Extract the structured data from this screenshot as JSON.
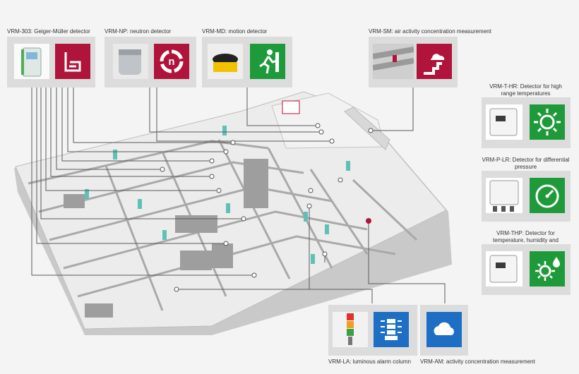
{
  "detectors": {
    "vrm303": {
      "label": "VRM-303: Geiger-Müller detector",
      "icon": "detector-housing-icon",
      "color": "#b0143a"
    },
    "vrmnp": {
      "label": "VRM-NP: neutron detector",
      "icon": "neutron-n-icon",
      "color": "#b0143a"
    },
    "vrmmd": {
      "label": "VRM-MD: motion detector",
      "icon": "running-man-exit-icon",
      "color": "#1f9a3a"
    },
    "vrmsm": {
      "label": "VRM-SM: air activity concentration measurement",
      "icon": "cloud-stairs-icon",
      "color": "#b0143a"
    },
    "vrmthr": {
      "label": "VRM-T-HR: Detector for high range temperatures",
      "icon": "sun-icon",
      "color": "#1f9a3a"
    },
    "vrmplr": {
      "label": "VRM-P-LR: Detector for differential pressure",
      "icon": "gauge-icon",
      "color": "#1f9a3a"
    },
    "vrmthp": {
      "label": "VRM-THP: Detector for temperature, humidity and pressure",
      "icon": "sun-drop-icon",
      "color": "#1f9a3a"
    },
    "vrmla": {
      "label": "VRM-LA: luminous alarm column",
      "icon": "signal-tower-icon",
      "color": "#1e6fc4"
    },
    "vrmam": {
      "label": "VRM-AM: activity concentration measurement",
      "icon": "cloud-icon",
      "color": "#1e6fc4"
    }
  }
}
